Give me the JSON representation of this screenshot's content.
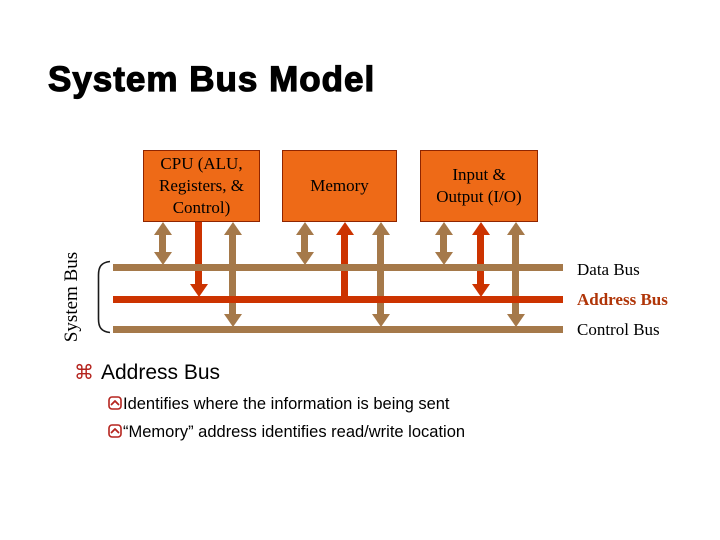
{
  "slide": {
    "title": "System Bus Model"
  },
  "diagram": {
    "boxes": [
      {
        "id": "cpu",
        "lines": [
          "CPU (ALU,",
          "Registers, &",
          "Control)"
        ]
      },
      {
        "id": "memory",
        "lines": [
          "Memory"
        ]
      },
      {
        "id": "io",
        "lines": [
          "Input &",
          "Output (I/O)"
        ]
      }
    ],
    "side_label": "System Bus",
    "bus_labels": [
      {
        "name": "Data Bus"
      },
      {
        "name": "Address Bus"
      },
      {
        "name": "Control Bus"
      }
    ],
    "colors": {
      "box_fill": "#EE6A17",
      "box_border": "#8F2500",
      "bus_tan": "#A5794A",
      "bus_red": "#CC3300",
      "address_label": "#B03508",
      "bullet_red": "#B5241E"
    }
  },
  "notes": {
    "bullet_symbol": "⌘",
    "heading": "Address Bus",
    "items": [
      "Identifies where the information is being sent",
      "“Memory” address identifies read/write location"
    ]
  }
}
